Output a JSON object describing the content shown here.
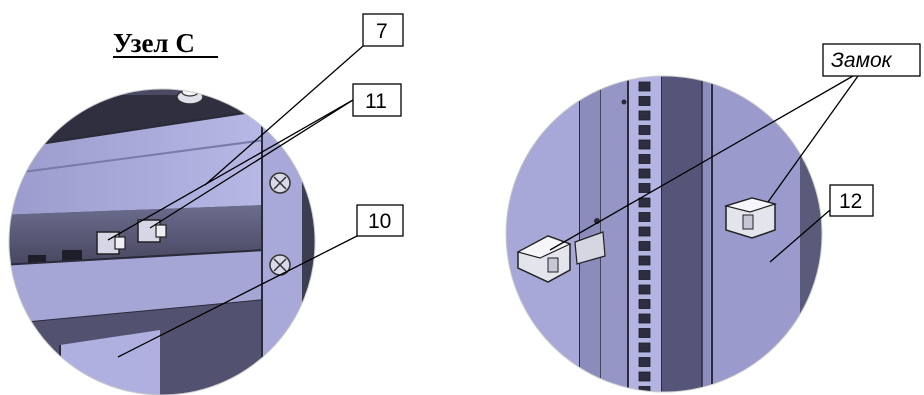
{
  "figure_left": {
    "title": "Узел С",
    "callouts": {
      "c7": "7",
      "c11": "11",
      "c10": "10"
    }
  },
  "figure_right": {
    "callouts": {
      "lock": "Замок",
      "c12": "12"
    }
  },
  "colors": {
    "panel_light": "#aaaadc",
    "panel_mid": "#8e8ec0",
    "panel_dark": "#5f5f7f",
    "panel_shadow": "#3c3c50",
    "background": "#ffffff"
  }
}
